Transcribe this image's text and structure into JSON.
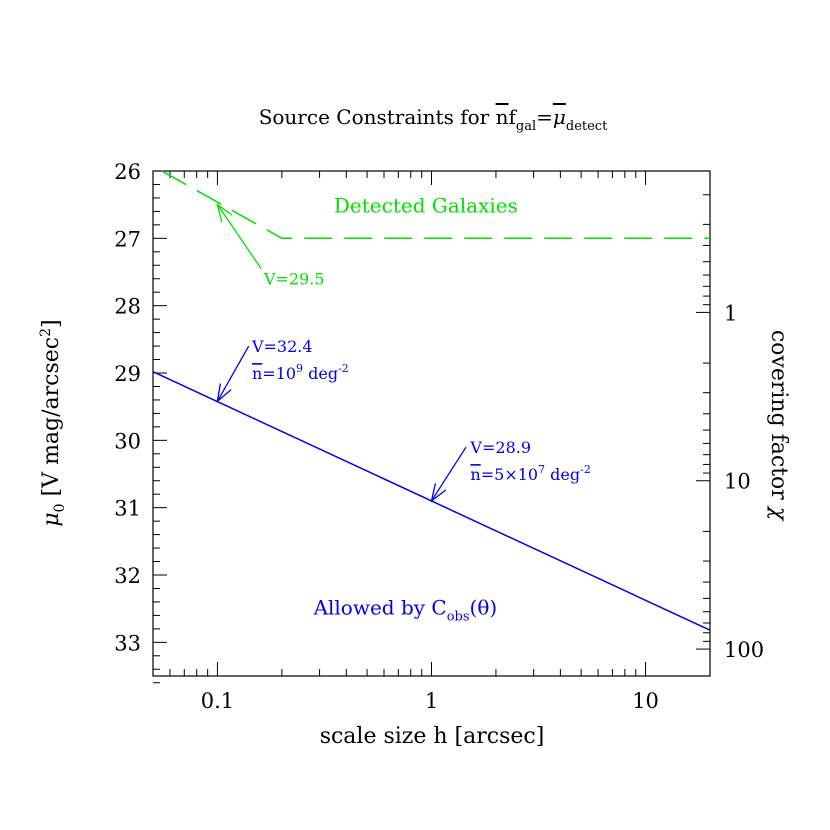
{
  "chart_data": {
    "type": "line",
    "title": {
      "prefix": "Source Constraints for ",
      "n_bar": "n",
      "f": "f",
      "f_sub": "gal",
      "equals": "=",
      "mu": "μ",
      "mu_sub": "detect"
    },
    "xlabel": "scale size h [arcsec]",
    "ylabel": {
      "mu": "μ",
      "sub": "0",
      "text": " [V mag/arcsec",
      "sup": "2",
      "close": "]"
    },
    "ylabel_right": {
      "text": "covering factor ",
      "chi": "χ"
    },
    "x_scale": "log",
    "xlim": [
      0.05,
      20
    ],
    "ylim": [
      26,
      33.5
    ],
    "y_inverted": true,
    "x_ticks": [
      {
        "value": 0.1,
        "label": "0.1"
      },
      {
        "value": 1,
        "label": "1"
      },
      {
        "value": 10,
        "label": "10"
      }
    ],
    "y_ticks": [
      {
        "value": 26,
        "label": "26"
      },
      {
        "value": 27,
        "label": "27"
      },
      {
        "value": 28,
        "label": "28"
      },
      {
        "value": 29,
        "label": "29"
      },
      {
        "value": 30,
        "label": "30"
      },
      {
        "value": 31,
        "label": "31"
      },
      {
        "value": 32,
        "label": "32"
      },
      {
        "value": 33,
        "label": "33"
      }
    ],
    "right_ticks": [
      {
        "value": 1,
        "label": "1"
      },
      {
        "value": 10,
        "label": "10"
      },
      {
        "value": 100,
        "label": "100"
      }
    ],
    "right_axis_ref": {
      "chi_1_at_mu": 28.1,
      "mag_per_decade": 2.5
    },
    "series": [
      {
        "name": "Detected Galaxies",
        "color": "#00e000",
        "style": "dashed",
        "x": [
          0.055,
          0.2,
          20
        ],
        "y": [
          26.0,
          27.0,
          27.0
        ]
      },
      {
        "name": "Allowed by C",
        "color": "#0000ee",
        "style": "solid",
        "x": [
          0.05,
          20
        ],
        "y": [
          28.98,
          32.82
        ]
      }
    ],
    "labels": {
      "detected": {
        "text": "Detected Galaxies",
        "color": "#00e000",
        "x": 0.2,
        "y": 26.5
      },
      "allowed": {
        "text": "Allowed by C",
        "sub": "obs",
        "theta": "(θ)",
        "color": "#0000ee",
        "x": 0.3,
        "y": 32.5
      }
    },
    "annotations": [
      {
        "color": "#00e000",
        "lines": [
          {
            "text": "V=29.5"
          }
        ],
        "arrow_from": {
          "x": 0.16,
          "y": 27.45
        },
        "arrow_to": {
          "x": 0.1,
          "y": 26.5
        },
        "text_at": {
          "x": 0.165,
          "y": 27.6
        }
      },
      {
        "color": "#0000ee",
        "lines": [
          {
            "text": "V=32.4"
          },
          {
            "text": "n=10",
            "sup": "9",
            "tail": " deg",
            "sup2": "-2",
            "overline_first": true
          }
        ],
        "arrow_from": {
          "x": 0.14,
          "y": 28.6
        },
        "arrow_to": {
          "x": 0.1,
          "y": 29.42
        },
        "text_at": {
          "x": 0.145,
          "y": 28.6
        }
      },
      {
        "color": "#0000ee",
        "lines": [
          {
            "text": "V=28.9"
          },
          {
            "text": "n=5×10",
            "sup": "7",
            "tail": " deg",
            "sup2": "-2",
            "overline_first": true
          }
        ],
        "arrow_from": {
          "x": 1.45,
          "y": 30.1
        },
        "arrow_to": {
          "x": 1.0,
          "y": 30.9
        },
        "text_at": {
          "x": 1.52,
          "y": 30.1
        }
      }
    ],
    "grid": false
  }
}
